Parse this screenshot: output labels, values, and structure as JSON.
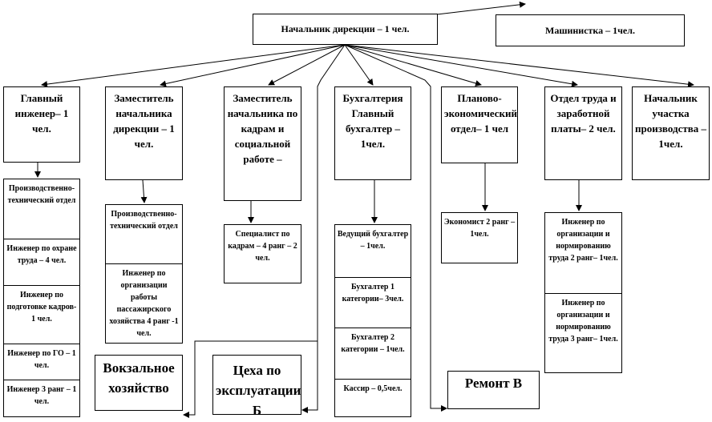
{
  "head": "Начальник дирекции – 1 чел.",
  "typist": "Машинистка – 1чел.",
  "departments": [
    {
      "title": "Главный инженер– 1 чел.",
      "subs": [
        "Производственно-технический отдел",
        "Инженер по охране труда – 4 чел.",
        "Инженер по подготовке кадров- 1 чел.",
        "Инженер по ГО – 1 чел.",
        "Инженер 3 ранг – 1 чел."
      ]
    },
    {
      "title": "Заместитель начальника дирекции – 1 чел.",
      "subs": [
        "Производственно-технический отдел",
        "Инженер по организации работы пассажирского хозяйства 4 ранг -1 чел."
      ]
    },
    {
      "title": "Заместитель начальника по кадрам и социальной работе –",
      "subs": [
        "Специалист по кадрам – 4 ранг – 2 чел."
      ]
    },
    {
      "title": "Бухгалтерия Главный бухгалтер – 1чел.",
      "subs": [
        "Ведущий бухгалтер – 1чел.",
        "Бухгалтер 1 категории– 3чел.",
        "Бухгалтер 2 категории – 1чел.",
        "Кассир – 0,5чел."
      ]
    },
    {
      "title": "Планово-экономический отдел– 1 чел",
      "subs": [
        "Экономист 2 ранг – 1чел."
      ]
    },
    {
      "title": "Отдел труда и заработной платы– 2 чел.",
      "subs": [
        "Инженер по организации и нормированию труда 2 ранг– 1чел.",
        "Инженер по организации и нормированию труда 3 ранг– 1чел."
      ]
    },
    {
      "title": "Начальник участка производства – 1чел.",
      "subs": []
    }
  ],
  "units": {
    "station": "Вокзальное хозяйство",
    "workshops": "Цеха по эксплуатации Б",
    "repair": "Ремонт В"
  }
}
